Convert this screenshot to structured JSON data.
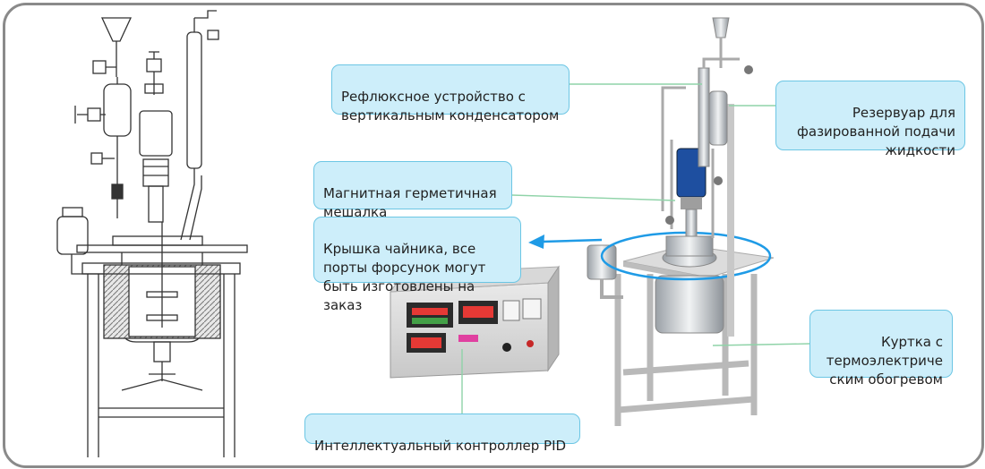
{
  "colors": {
    "callout_fill": "#cdeefa",
    "callout_border": "#6cc6e4",
    "leader_line": "#8fd3a8",
    "highlight_arrow": "#1f9be6",
    "frame_border": "#8a8a8a"
  },
  "callouts": {
    "reflux": "Рефлюксное устройство с\nвертикальным конденсатором",
    "reservoir": "Резервуар для\nфазированной подачи\nжидкости",
    "stirrer": "Магнитная герметичная\nмешалка",
    "lid": "Крышка чайника, все\nпорты форсунок могут\nбыть изготовлены на заказ",
    "jacket": "Куртка с\nтермоэлектриче\nским обогревом",
    "controller": "Интеллектуальный контроллер PID"
  }
}
